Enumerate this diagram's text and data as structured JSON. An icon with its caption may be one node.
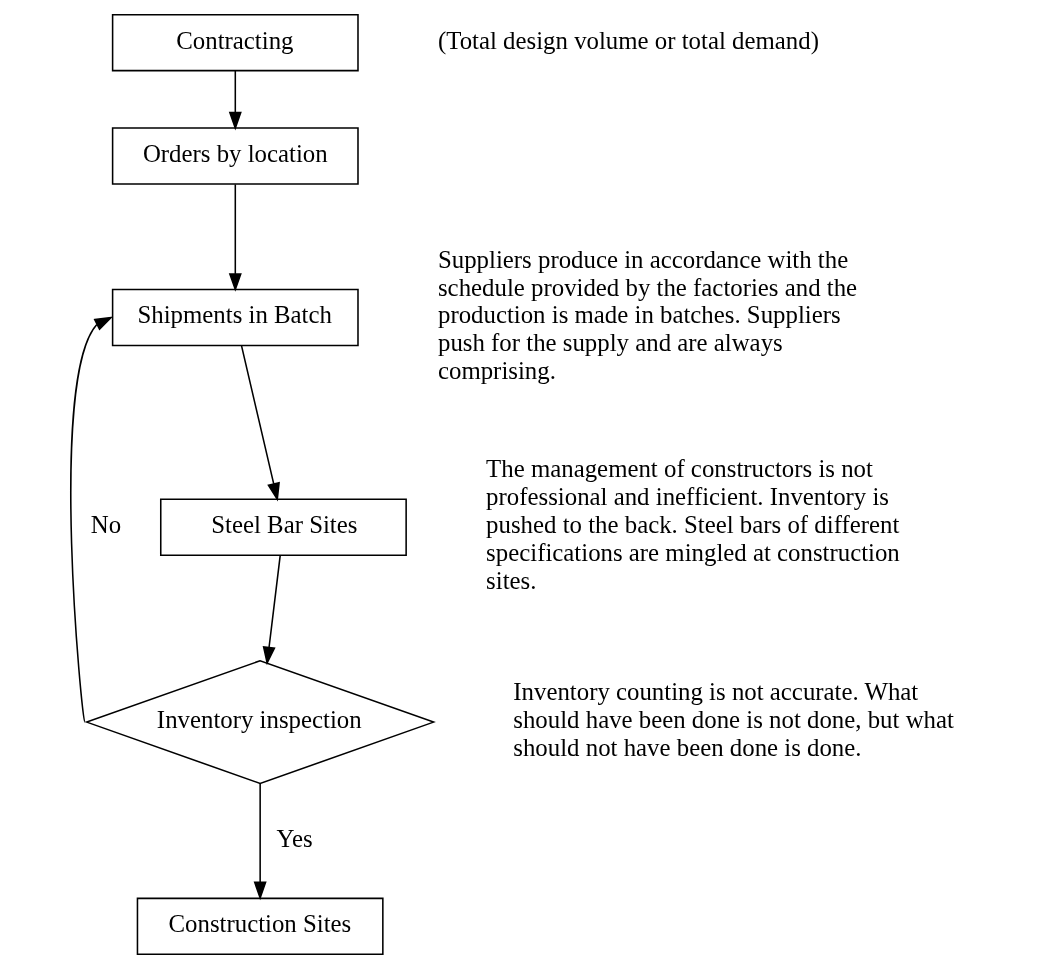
{
  "diagram": {
    "nodes": [
      {
        "text": [
          "Contracting"
        ],
        "beside": [
          "(Total design volume or total demand)"
        ]
      },
      {
        "text": [
          "Orders by location"
        ]
      },
      {
        "text": [
          "Shipments in Batch"
        ],
        "beside": [
          "Suppliers produce in accordance with the schedule provided by the factories and the production is made in batches. Suppliers push for the supply and are always comprising."
        ]
      },
      {
        "text": [
          "Steel Bar Sites"
        ],
        "beside": [
          "The management of constructors is not professional and inefficient. Inventory is pushed to the back. Steel bars of different specifications are mingled at construction sites."
        ]
      },
      {
        "text": [
          "Inventory inspection"
        ],
        "beside": [
          "Inventory counting is not accurate. What should have been done is not done, but what should not have been done is done."
        ]
      },
      {
        "text": [
          "Construction Sites"
        ]
      }
    ],
    "edges": [
      {
        "from": 0,
        "to": 1,
        "arrow": "to"
      },
      {
        "from": 1,
        "to": 2,
        "arrow": "to"
      },
      {
        "from": 2,
        "to": 3,
        "arrow": "to"
      },
      {
        "from": 3,
        "to": 4,
        "arrow": "to"
      },
      {
        "from": 4,
        "to": 2,
        "arrow": "to",
        "label": "No"
      },
      {
        "from": 4,
        "to": 5,
        "arrow": "to",
        "label": "Yes"
      }
    ]
  }
}
